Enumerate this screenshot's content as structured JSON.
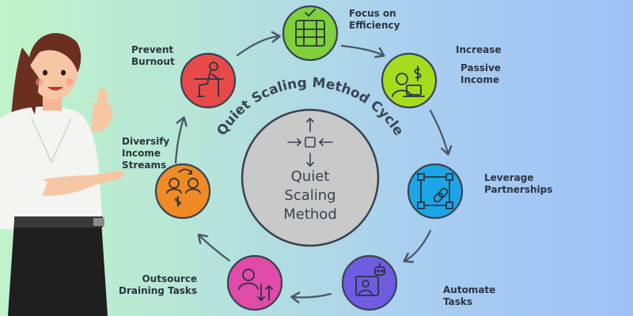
{
  "diagram": {
    "title": "Quiet Scaling Method Cycle",
    "center": {
      "lines": [
        "Quiet",
        "Scaling",
        "Method"
      ]
    },
    "steps": [
      {
        "lines": [
          "Focus on",
          "Efficiency"
        ],
        "color": "#7fd13b",
        "icon": "server-icon"
      },
      {
        "lines": [
          "Increase",
          "Passive",
          "Income"
        ],
        "color": "#a6dc1e",
        "icon": "laptop-dollar-icon"
      },
      {
        "lines": [
          "Leverage",
          "Partnerships"
        ],
        "color": "#1ca6e8",
        "icon": "link-icon"
      },
      {
        "lines": [
          "Automate",
          "Tasks"
        ],
        "color": "#6f5ce0",
        "icon": "robot-icon"
      },
      {
        "lines": [
          "Outsource",
          "Draining Tasks"
        ],
        "color": "#e04aa8",
        "icon": "person-transfer-icon"
      },
      {
        "lines": [
          "Diversify",
          "Income",
          "Streams"
        ],
        "color": "#f08a24",
        "icon": "dollar-cycle-icon"
      },
      {
        "lines": [
          "Prevent",
          "Burnout"
        ],
        "color": "#e84a4a",
        "icon": "person-desk-icon"
      }
    ],
    "colors": {
      "ring": "#4a5566",
      "center_fill": "#c9c9c9",
      "title_text": "#3b4456"
    }
  }
}
